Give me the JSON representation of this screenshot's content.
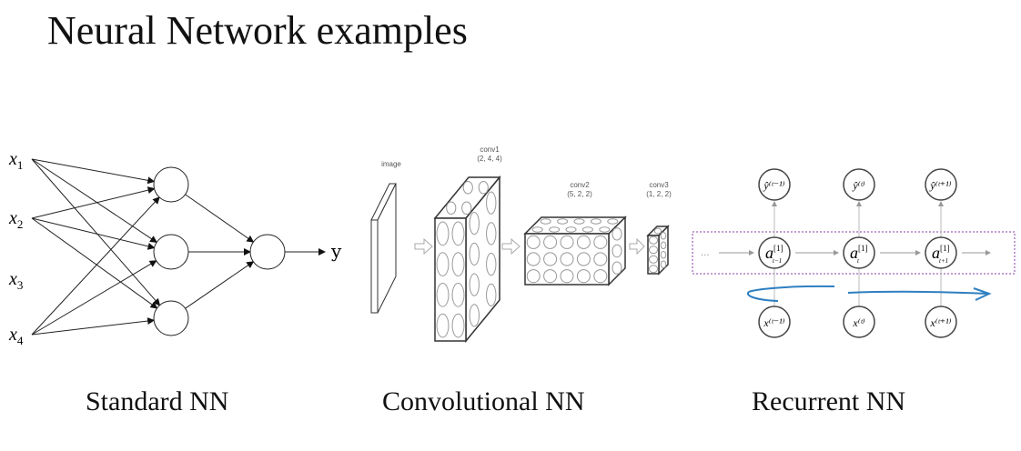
{
  "title": "Neural Network examples",
  "captions": {
    "standard": "Standard NN",
    "convolutional": "Convolutional NN",
    "recurrent": "Recurrent NN"
  },
  "standard_nn": {
    "inputs": [
      "x1",
      "x2",
      "x3",
      "x4"
    ],
    "input_subscripts": [
      "1",
      "2",
      "3",
      "4"
    ],
    "hidden_units": 3,
    "output_label": "y"
  },
  "conv_nn": {
    "layers": [
      {
        "name": "image",
        "dims": ""
      },
      {
        "name": "conv1",
        "dims": "(2, 4, 4)"
      },
      {
        "name": "conv2",
        "dims": "(5, 2, 2)"
      },
      {
        "name": "conv3",
        "dims": "(1, 2, 2)"
      }
    ]
  },
  "recurrent_nn": {
    "outputs": [
      "ŷ⁽ᵗ⁻¹⁾",
      "ŷ⁽ᵗ⁾",
      "ŷ⁽ᵗ⁺¹⁾"
    ],
    "hidden": [
      "a",
      "a",
      "a"
    ],
    "hidden_superscript": "[1]",
    "hidden_subscripts": [
      "t−1",
      "t",
      "t+1"
    ],
    "inputs": [
      "x⁽ᵗ⁻¹⁾",
      "x⁽ᵗ⁾",
      "x⁽ᵗ⁺¹⁾"
    ],
    "ellipsis": "···",
    "highlight_color": "#b07cc6",
    "arrow_color": "#2f7fc1"
  }
}
